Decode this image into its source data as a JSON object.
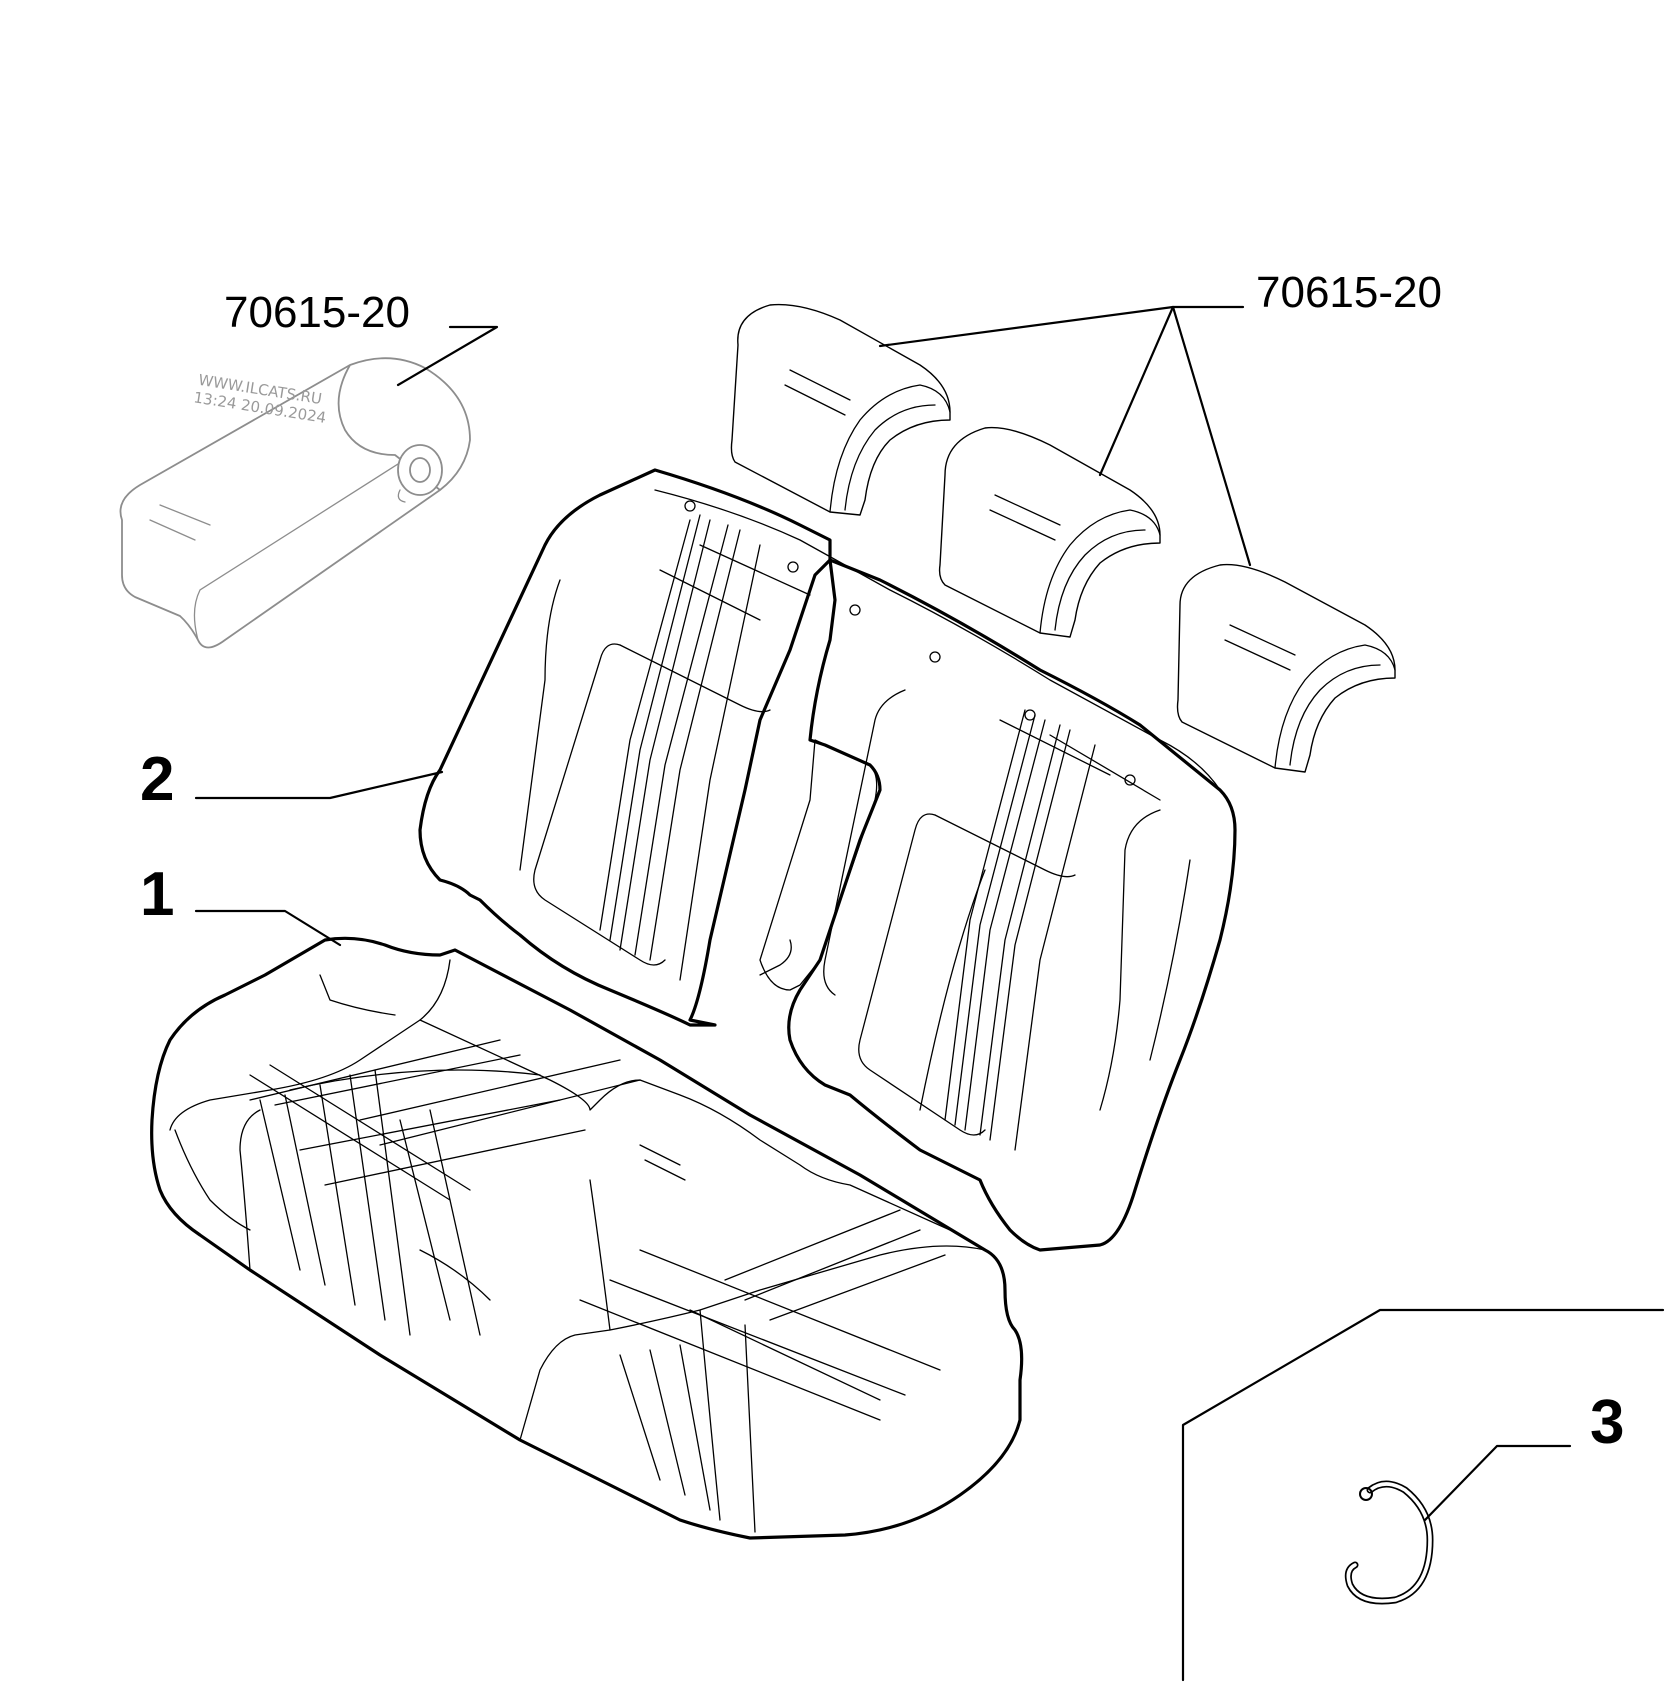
{
  "callouts": {
    "headrest_left_ref": "70615-20",
    "headrests_right_ref": "70615-20",
    "part_seat_cushion": "1",
    "part_seat_backrest": "2",
    "part_clip": "3"
  },
  "watermark": {
    "line1": "WWW.ILCATS.RU",
    "line2": "13:24 20.09.2024"
  }
}
